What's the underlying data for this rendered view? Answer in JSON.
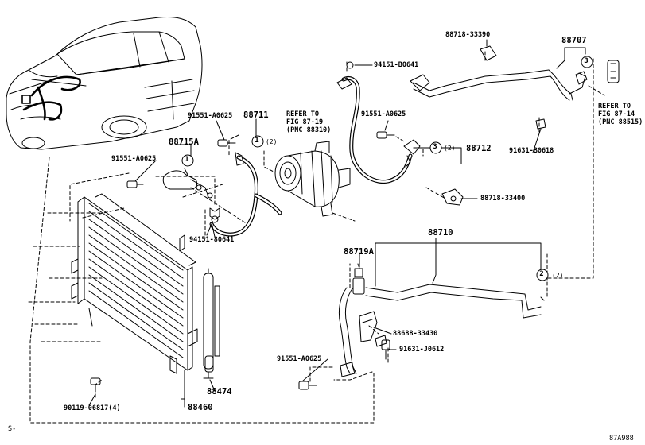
{
  "page_code": "87A988",
  "corner_mark": "S-",
  "parts": {
    "p88718_33390": "88718-33390",
    "p88707": "88707",
    "p94151_B0641": "94151-B0641",
    "p91551_A0625_top": "91551-A0625",
    "p88711": "88711",
    "p88715A": "88715A",
    "p91551_A0625_left": "91551-A0625",
    "p91551_A0625_mid": "91551-A0625",
    "p88712": "88712",
    "p91631_B0618": "91631-B0618",
    "p88718_33400": "88718-33400",
    "p94151_80641": "94151-80641",
    "p88710": "88710",
    "p88719A": "88719A",
    "p88688_33430": "88688-33430",
    "p91631_J0612": "91631-J0612",
    "p91551_A0625_bot": "91551-A0625",
    "p90119_06817": "90119-06817(4)",
    "p88474": "88474",
    "p88460": "88460"
  },
  "refs": {
    "fig87_19": {
      "line1": "REFER TO",
      "line2": "FIG 87-19",
      "line3": "(PNC 88310)"
    },
    "fig87_14": {
      "line1": "REFER TO",
      "line2": "FIG 87-14",
      "line3": "(PNC 88515)"
    }
  },
  "callouts": {
    "c1": "1",
    "c2": "2",
    "c3": "3",
    "qty_2": "(2)"
  }
}
